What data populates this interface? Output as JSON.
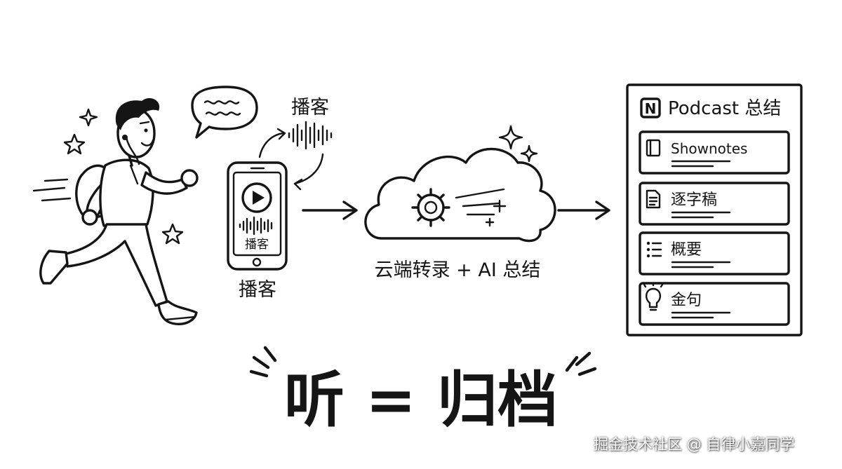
{
  "listener": {
    "speech_bubble_icon": "squiggle-speech-bubble",
    "sparkle_icons": "star-sparkles"
  },
  "phone": {
    "floating_label": "播客",
    "screen_label": "播客",
    "caption": "播客",
    "icons": [
      "play-button",
      "sound-wave"
    ]
  },
  "cloud": {
    "caption": "云端转录 + AI 总结",
    "icons": [
      "gear",
      "speed-lines",
      "sparkles"
    ]
  },
  "notion_card": {
    "logo_letter": "N",
    "title": "Podcast 总结",
    "items": [
      {
        "icon": "notebook-icon",
        "label": "Shownotes"
      },
      {
        "icon": "document-icon",
        "label": "逐字稿"
      },
      {
        "icon": "list-icon",
        "label": "概要"
      },
      {
        "icon": "lightbulb-icon",
        "label": "金句"
      }
    ]
  },
  "headline": {
    "text": "听 = 归档"
  },
  "watermark": "掘金技术社区 @ 自律小嘉同学"
}
